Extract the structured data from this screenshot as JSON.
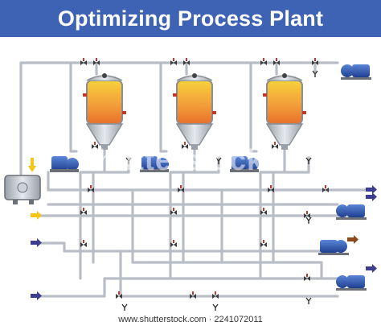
{
  "title": "Optimizing Process Plant",
  "watermark": "shutterstock",
  "footer": "www.shutterstock.com · 2241072011",
  "colors": {
    "title_bg": "#3f63b4",
    "pipe": "#b9bec6",
    "valve": "#c0392b",
    "pump": "#2f56b0",
    "tank_fill": "#f2a23a",
    "arrow_blue": "#3d3d8f",
    "arrow_yellow": "#f5c518",
    "arrow_brown": "#8b4a1c"
  },
  "icons": [
    "tank-icon",
    "pump-icon",
    "valve-icon",
    "flow-arrow-icon",
    "mixer-icon"
  ]
}
